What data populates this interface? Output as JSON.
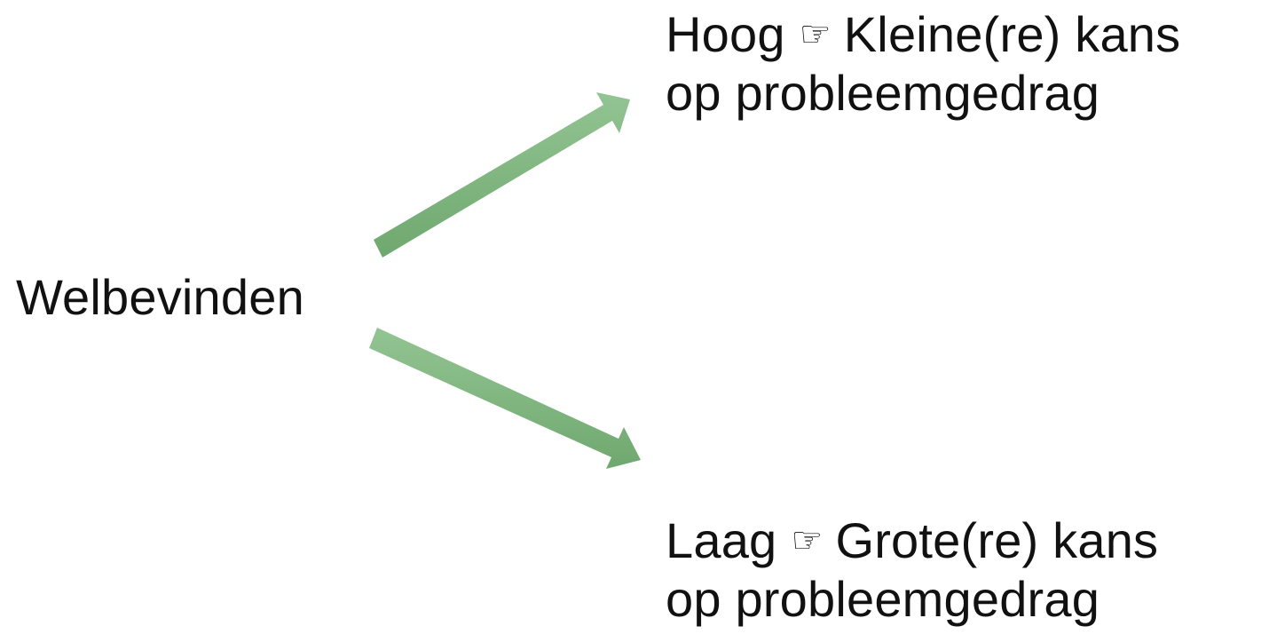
{
  "source": {
    "label": "Welbevinden"
  },
  "outcomes": [
    {
      "level": "Hoog",
      "pointer_icon": "pointing-hand-icon",
      "line1_rest": "Kleine(re) kans",
      "line2": "op probleemgedrag"
    },
    {
      "level": "Laag",
      "pointer_icon": "pointing-hand-icon",
      "line1_rest": "Grote(re) kans",
      "line2": "op probleemgedrag"
    }
  ],
  "colors": {
    "arrow_dark": "#6fa86f",
    "arrow_light": "#93c493",
    "text": "#111111",
    "background": "#ffffff"
  }
}
